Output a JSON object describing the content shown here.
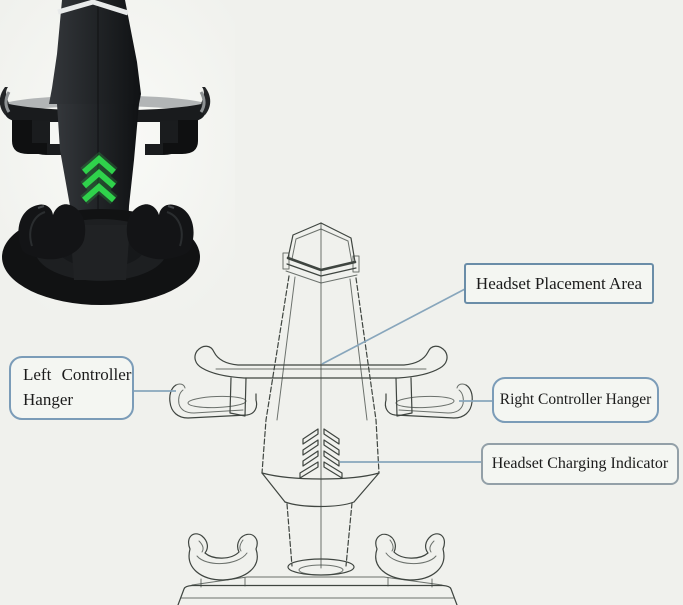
{
  "page": {
    "background_color": "#f0f1ed"
  },
  "photo": {
    "description": "product-photo-vr-charging-stand",
    "body_color": "#1b1d1f",
    "led_color": "#2fd24b",
    "bar_top_color": "#b2b5b6"
  },
  "drawing": {
    "description": "wireframe-line-drawing-of-stand",
    "stroke_color": "#3f4540",
    "leader_color": "#88a6bc"
  },
  "callouts": {
    "headset_placement": {
      "label": "Headset Placement Area",
      "border_color": "#6a8da8"
    },
    "left_hanger": {
      "line1": "Left Controller",
      "line2": "Hanger",
      "border_color": "#7b9cb8"
    },
    "right_hanger": {
      "label": "Right Controller Hanger",
      "border_color": "#7b9cb8"
    },
    "charging_indicator": {
      "label": "Headset Charging Indicator",
      "border_color": "#93a0a8"
    }
  }
}
